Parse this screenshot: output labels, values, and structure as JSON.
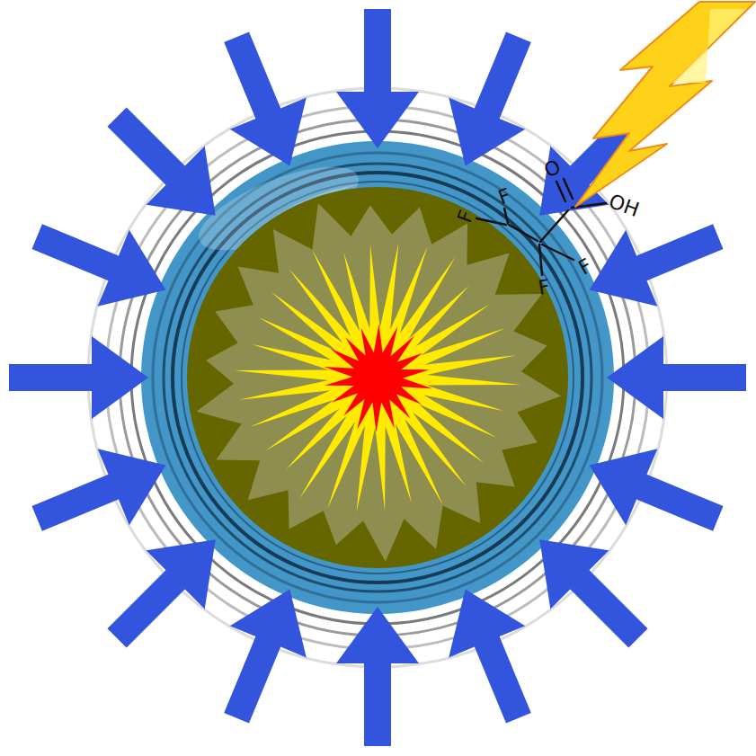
{
  "diagram": {
    "labels": [
      "F",
      "F",
      "F",
      "F",
      "O",
      "OH"
    ]
  }
}
